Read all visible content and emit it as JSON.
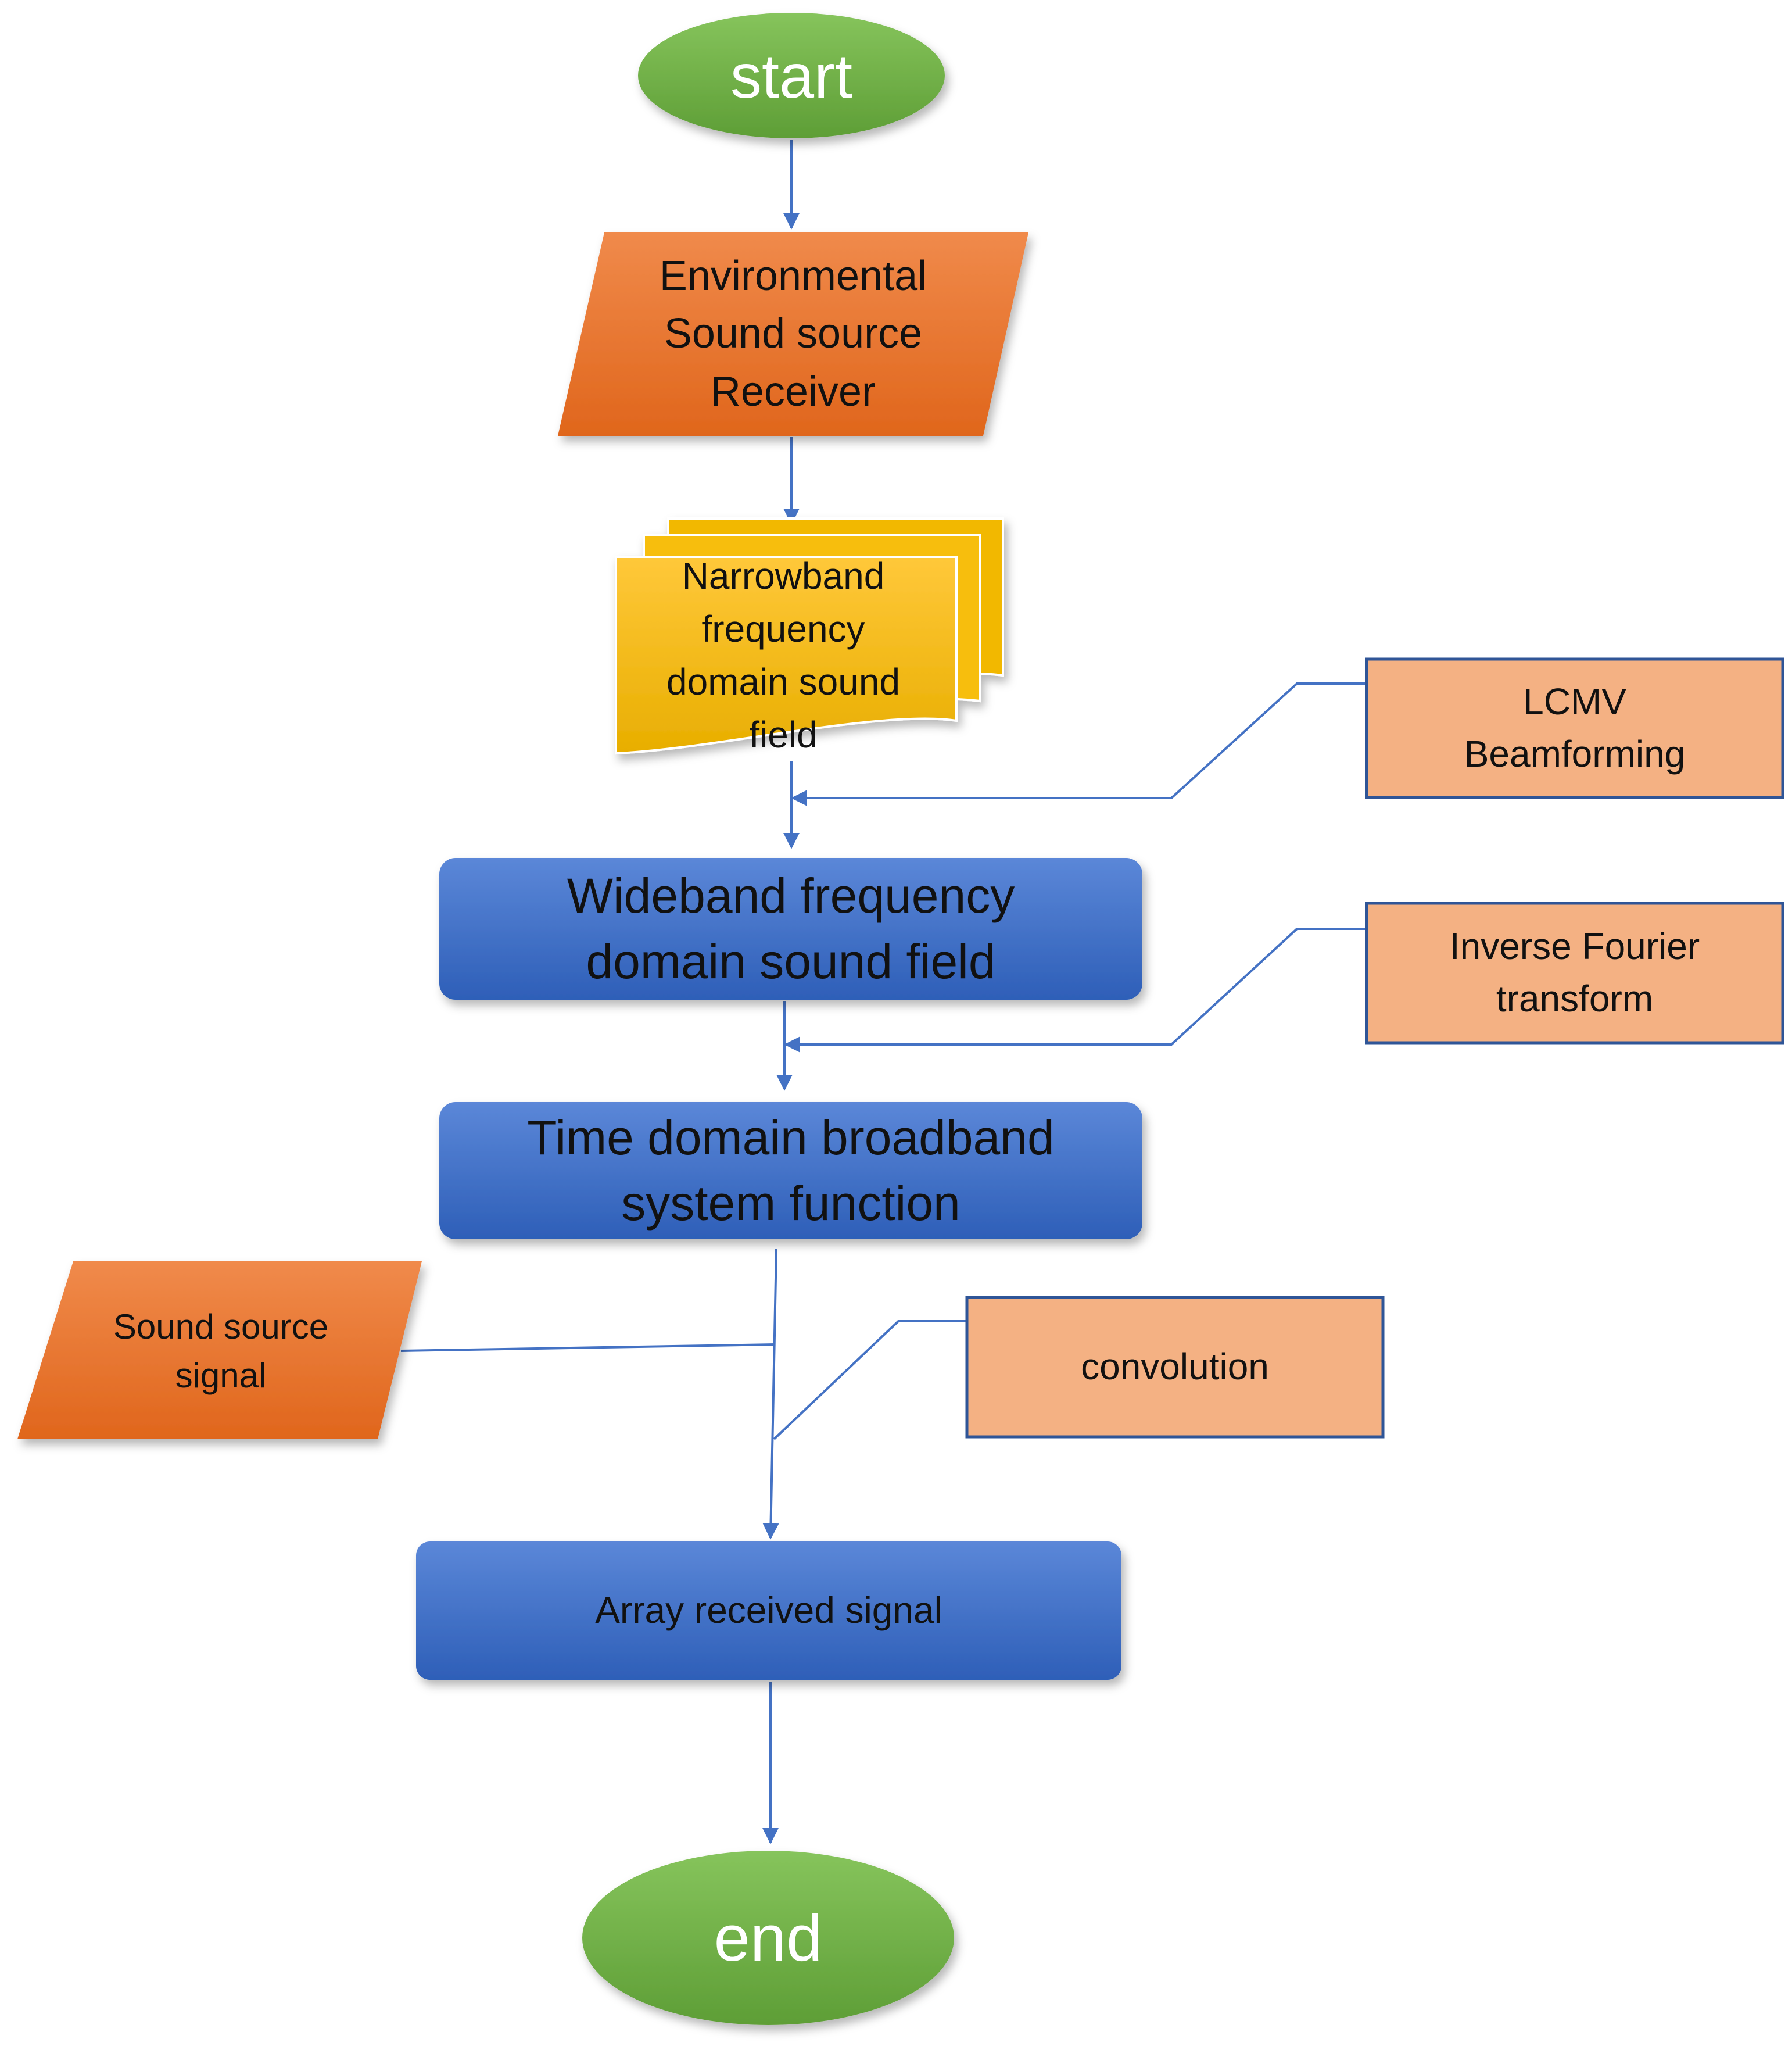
{
  "title": "",
  "colors": {
    "connector": "#4472C4",
    "process_fill": "#3A6BC9",
    "process_edge": "#2F5597",
    "terminal_fill": "#70AD47",
    "io_fill": "#ED7D31",
    "document_fill": "#FFC000",
    "note_fill": "#F4B183",
    "note_edge": "#2F5597"
  },
  "nodes": {
    "start": {
      "label": "start",
      "shape": "terminal"
    },
    "environmental": {
      "label": "Environmental\nSound source\nReceiver",
      "shape": "input-output"
    },
    "narrowband": {
      "label": "Narrowband\nfrequency\ndomain sound\nfield",
      "shape": "multi-document"
    },
    "wideband": {
      "label": "Wideband frequency\ndomain sound field",
      "shape": "process"
    },
    "time_domain": {
      "label": "Time domain broadband\nsystem function",
      "shape": "process"
    },
    "sound_source_signal": {
      "label": "Sound source\nsignal",
      "shape": "input-output"
    },
    "array_received": {
      "label": "Array received signal",
      "shape": "process"
    },
    "end": {
      "label": "end",
      "shape": "terminal"
    }
  },
  "annotations": {
    "lcmv": {
      "label": "LCMV\nBeamforming"
    },
    "ifft": {
      "label": "Inverse Fourier\ntransform"
    },
    "convolution": {
      "label": "convolution"
    }
  },
  "edges": [
    {
      "from": "start",
      "to": "environmental"
    },
    {
      "from": "environmental",
      "to": "narrowband"
    },
    {
      "from": "narrowband",
      "to": "wideband",
      "via": "lcmv"
    },
    {
      "from": "wideband",
      "to": "time_domain",
      "via": "ifft"
    },
    {
      "from": "time_domain",
      "to": "array_received",
      "via": "convolution"
    },
    {
      "from": "sound_source_signal",
      "to": "array_received"
    },
    {
      "from": "array_received",
      "to": "end"
    }
  ]
}
